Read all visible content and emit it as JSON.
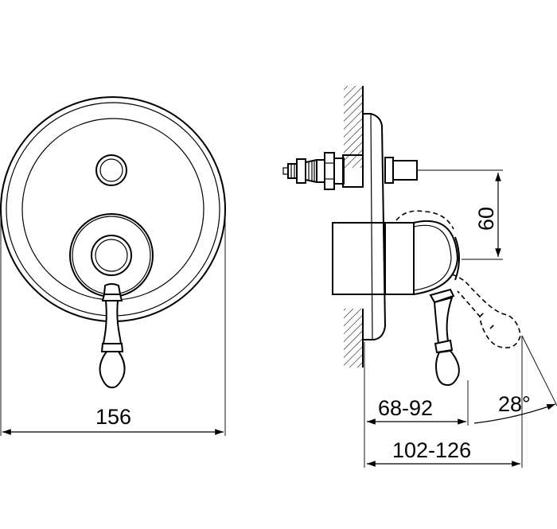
{
  "dimensions": {
    "width_front": "156",
    "depth_min_range": "68-92",
    "depth_total_range": "102-126",
    "height_offset": "60",
    "angle": "28°"
  }
}
